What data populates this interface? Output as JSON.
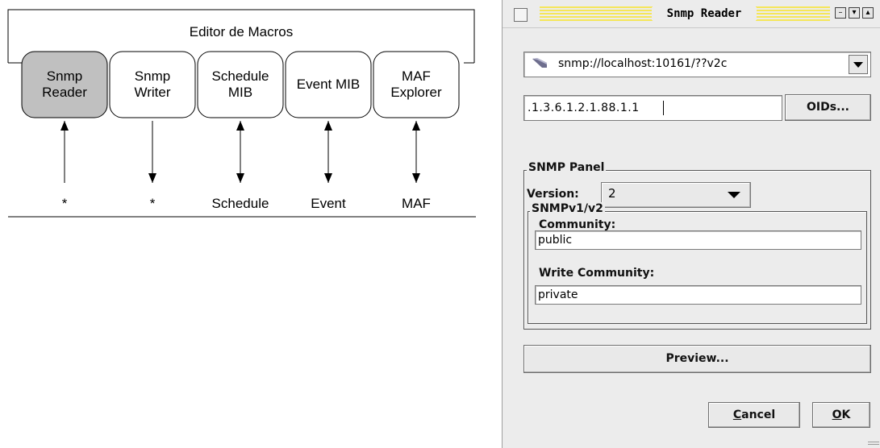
{
  "diagram": {
    "title": "Editor de Macros",
    "tabs": [
      {
        "label": "Snmp\nReader",
        "fill": "#c0c0c0",
        "bottom": "*",
        "arrow": "up"
      },
      {
        "label": "Snmp\nWriter",
        "fill": "#ffffff",
        "bottom": "*",
        "arrow": "down"
      },
      {
        "label": "Schedule\nMIB",
        "fill": "#ffffff",
        "bottom": "Schedule",
        "arrow": "both"
      },
      {
        "label": "Event MIB",
        "fill": "#ffffff",
        "bottom": "Event",
        "arrow": "both"
      },
      {
        "label": "MAF\nExplorer",
        "fill": "#ffffff",
        "bottom": "MAF",
        "arrow": "both"
      }
    ]
  },
  "dialog": {
    "title": "Snmp Reader",
    "title_controls": [
      "minimize-icon",
      "shade-icon",
      "maximize-icon"
    ],
    "agent_url": "snmp://localhost:10161/??v2c",
    "oid_value": ".1.3.6.1.2.1.88.1.1",
    "oids_button": "OIDs...",
    "snmp_panel": {
      "title": "SNMP Panel",
      "version_label": "Version:",
      "version_value": "2",
      "v1v2_group": {
        "title": "SNMPv1/v2",
        "community_label": "Community:",
        "community_value": "public",
        "write_community_label": "Write Community:",
        "write_community_value": "private"
      }
    },
    "preview_button": "Preview...",
    "cancel_button": "Cancel",
    "ok_button": "OK",
    "accent_color": "#f5e65a"
  }
}
